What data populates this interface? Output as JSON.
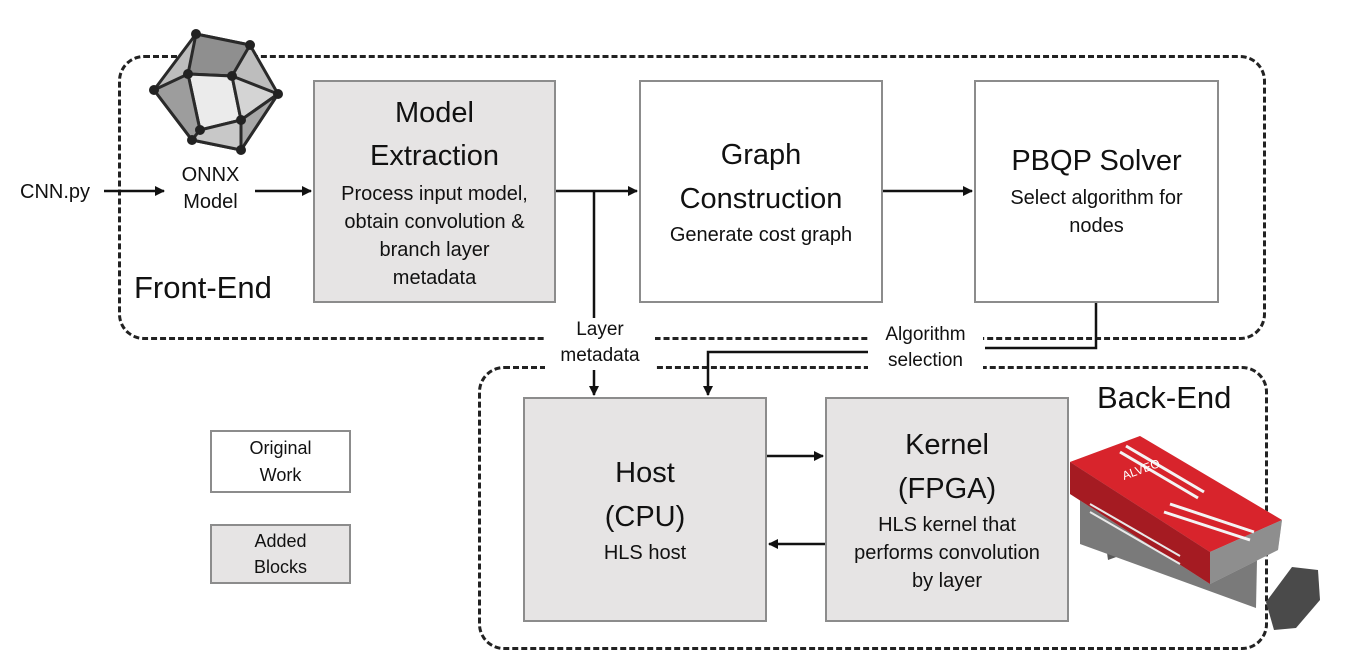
{
  "regions": {
    "front_end_label": "Front-End",
    "back_end_label": "Back-End"
  },
  "inputs": {
    "cnn_py": "CNN.py",
    "onnx_model": "ONNX\nModel"
  },
  "blocks": {
    "model_extraction": {
      "title": "Model\nExtraction",
      "desc": "Process input model,\nobtain convolution &\nbranch layer\nmetadata"
    },
    "graph_construction": {
      "title": "Graph\nConstruction",
      "desc": "Generate cost graph"
    },
    "pbqp_solver": {
      "title": "PBQP Solver",
      "desc": "Select algorithm for\nnodes"
    },
    "host": {
      "title": "Host\n(CPU)",
      "desc": "HLS host"
    },
    "kernel": {
      "title": "Kernel\n(FPGA)",
      "desc": "HLS kernel that\nperforms convolution\nby layer"
    }
  },
  "edge_labels": {
    "layer_metadata": "Layer\nmetadata",
    "algorithm_selection": "Algorithm\nselection"
  },
  "legend": {
    "original": "Original\nWork",
    "added": "Added\nBlocks"
  },
  "logo": {
    "fpga_card_brand": "ALVEO"
  },
  "colors": {
    "added_block_fill": "#e6e4e4",
    "block_border": "#8c8c8c",
    "card_red": "#d8242c"
  }
}
